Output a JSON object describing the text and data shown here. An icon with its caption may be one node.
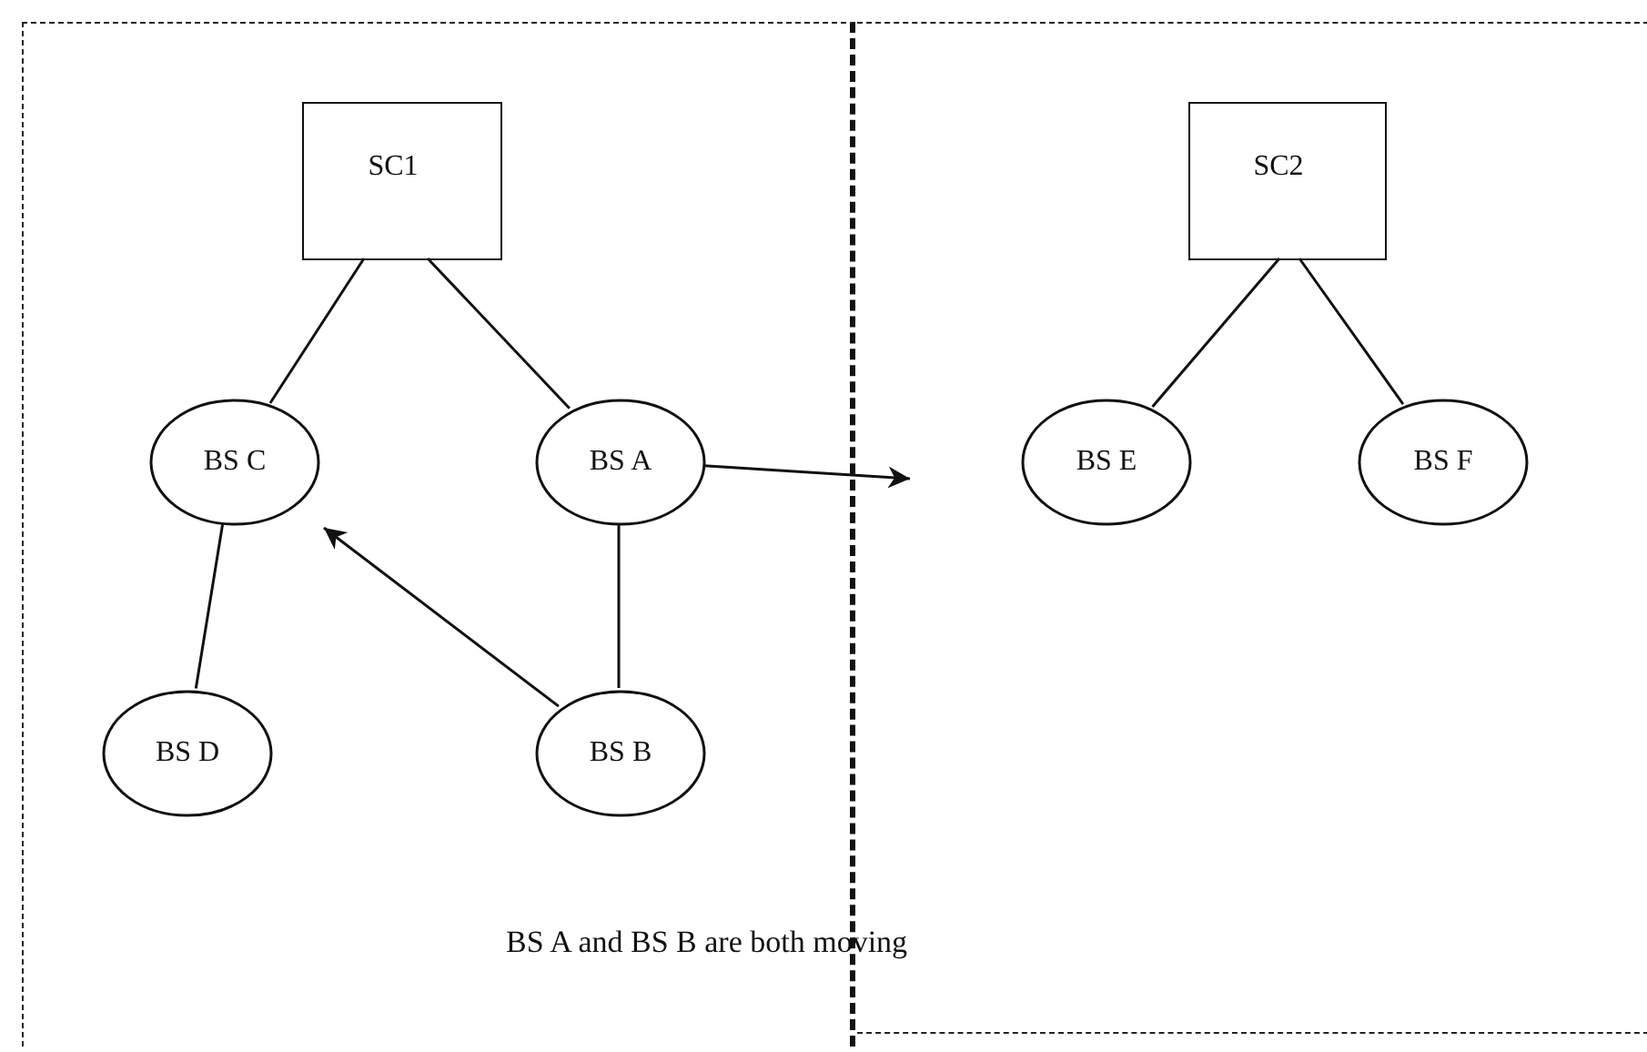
{
  "diagram": {
    "nodes": [
      {
        "text": [],
        "shape": "box"
      },
      {
        "text": [
          "SC1"
        ],
        "in": 0
      },
      {
        "text": [
          "BS C"
        ],
        "in": 0
      },
      {
        "text": [
          "BS A"
        ],
        "in": 0
      },
      {
        "text": [
          "BS D"
        ],
        "in": 0
      },
      {
        "text": [
          "BS B"
        ],
        "in": 0
      },
      {
        "text": [],
        "shape": "box"
      },
      {
        "text": [
          "SC2"
        ],
        "in": 6
      },
      {
        "text": [
          "BS E"
        ],
        "in": 6
      },
      {
        "text": [
          "BS F"
        ],
        "in": 6
      }
    ],
    "edges": [
      {
        "from": 1,
        "to": 2,
        "arrow": "none"
      },
      {
        "from": 1,
        "to": 3,
        "arrow": "none"
      },
      {
        "from": 2,
        "to": 4,
        "arrow": "none"
      },
      {
        "from": 3,
        "to": 5,
        "arrow": "none"
      },
      {
        "from": 3,
        "to": null,
        "arrow": "to"
      },
      {
        "from": 5,
        "to": 2,
        "arrow": "to"
      },
      {
        "from": 7,
        "to": 8,
        "arrow": "none"
      },
      {
        "from": 7,
        "to": 9,
        "arrow": "none"
      }
    ],
    "labels": [
      "BS A and BS B are both moving"
    ]
  }
}
